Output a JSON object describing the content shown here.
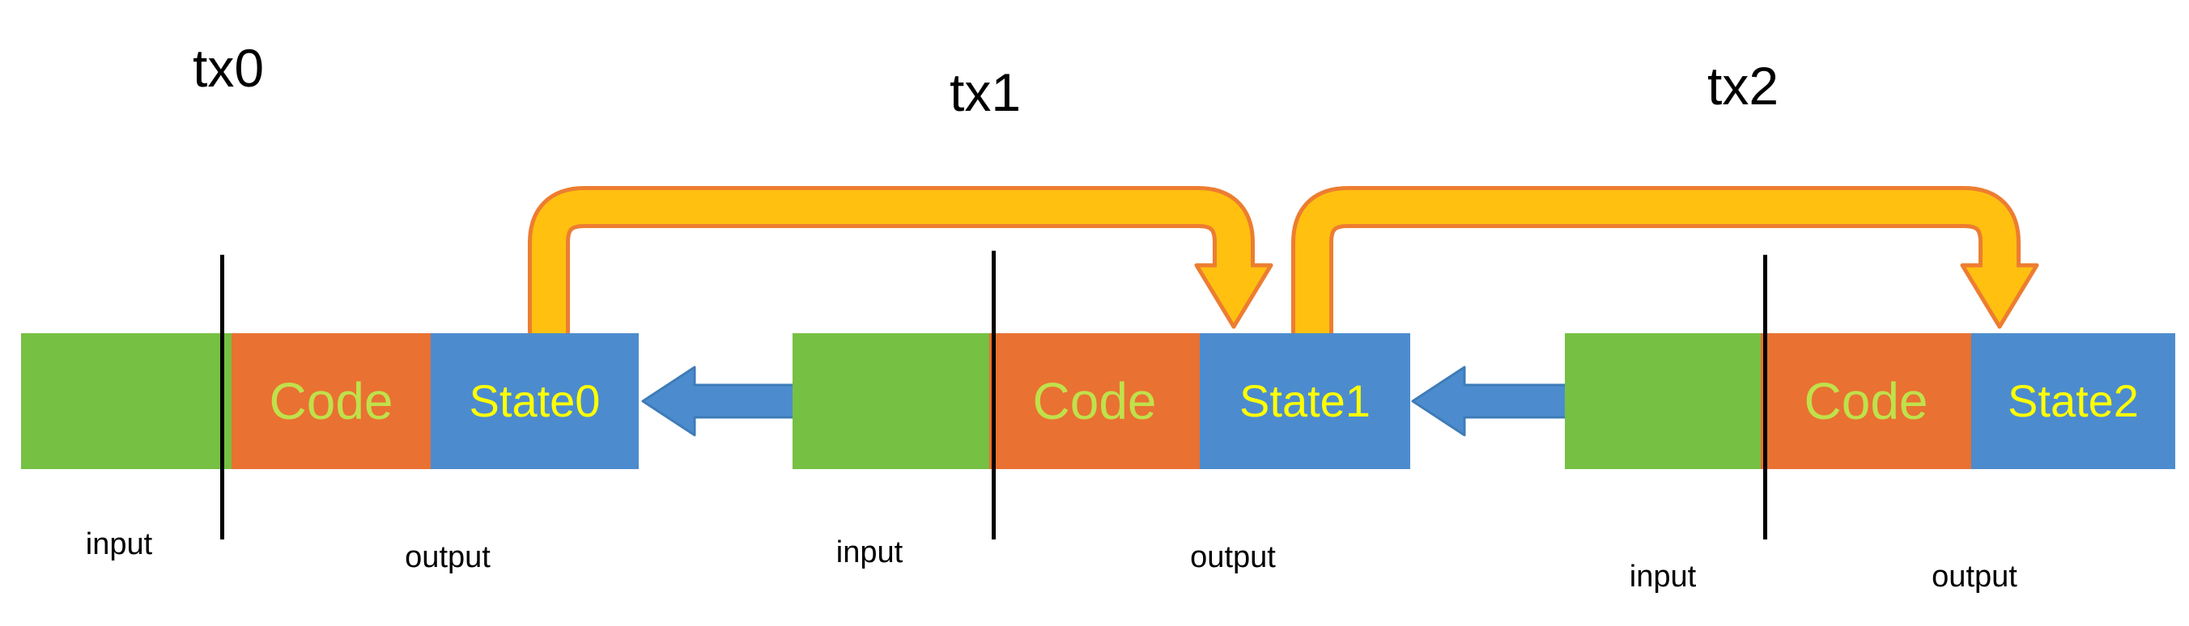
{
  "diagram": {
    "transactions": [
      {
        "title": "tx0",
        "code": "Code",
        "state": "State0",
        "input": "input",
        "output": "output"
      },
      {
        "title": "tx1",
        "code": "Code",
        "state": "State1",
        "input": "input",
        "output": "output"
      },
      {
        "title": "tx2",
        "code": "Code",
        "state": "State2",
        "input": "input",
        "output": "output"
      }
    ],
    "colors": {
      "green": "#76C043",
      "orange": "#E97132",
      "blue": "#4C8CCE",
      "code_text": "#BFE14B",
      "state_text": "#FFFF00",
      "arrow_fill": "#FFC010",
      "arrow_outline": "#ED7D31",
      "blue_arrow": "#4C8CCE",
      "blue_arrow_outline": "#3E7CB8",
      "divider": "#000000"
    }
  }
}
